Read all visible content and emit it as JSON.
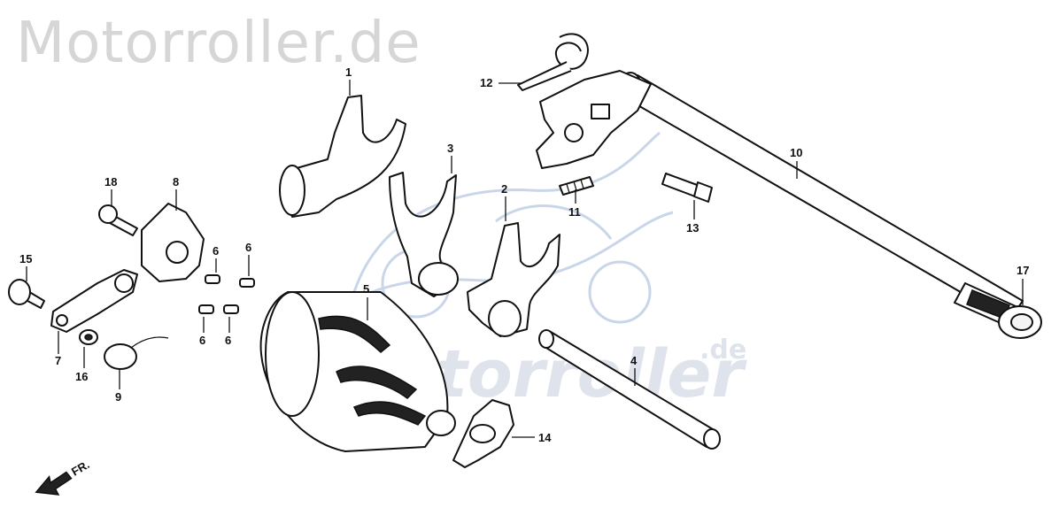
{
  "watermark": {
    "site_top": "Motorroller.de",
    "logo_text": "Motorroller",
    "logo_suffix": ".de"
  },
  "direction_marker": {
    "label": "FR."
  },
  "callouts": {
    "c1": "1",
    "c2": "2",
    "c3": "3",
    "c4": "4",
    "c5": "5",
    "c6a": "6",
    "c6b": "6",
    "c6c": "6",
    "c6d": "6",
    "c7": "7",
    "c8": "8",
    "c9": "9",
    "c10": "10",
    "c11": "11",
    "c12": "12",
    "c13": "13",
    "c14": "14",
    "c15": "15",
    "c16": "16",
    "c17": "17",
    "c18": "18"
  },
  "colors": {
    "line": "#111111",
    "watermark": "#d6d6d6",
    "logo": "#c9d6ea"
  }
}
